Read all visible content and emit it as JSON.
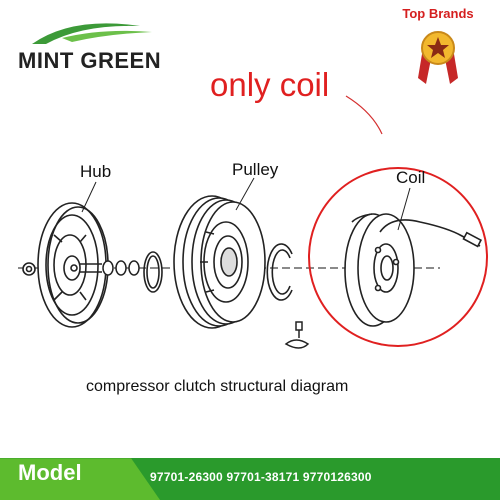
{
  "brand": {
    "name": "MINT GREEN",
    "badge": "Top Brands"
  },
  "headline": "only coil",
  "labels": {
    "hub": "Hub",
    "pulley": "Pulley",
    "coil": "Coil"
  },
  "caption": "compressor clutch structural diagram",
  "footer": {
    "model_label": "Model",
    "model_numbers": "97701-26300 97701-38171 9770126300"
  },
  "colors": {
    "accent_red": "#e02020",
    "footer_green": "#2a9a2c",
    "tab_green": "#5dbb2e"
  }
}
